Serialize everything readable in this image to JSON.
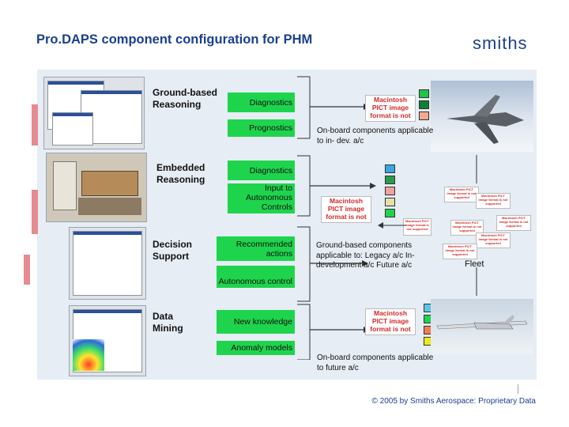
{
  "title": "Pro.DAPS component configuration for PHM",
  "logo_text": "smiths",
  "sections": {
    "ground": {
      "label": "Ground-based Reasoning",
      "boxes": [
        "Diagnostics",
        "Prognostics"
      ]
    },
    "embedded": {
      "label": "Embedded Reasoning",
      "boxes": [
        "Diagnostics",
        "Input to Autonomous Controls"
      ]
    },
    "decision": {
      "label": "Decision Support",
      "boxes": [
        "Recommended actions",
        "Autonomous control"
      ]
    },
    "mining": {
      "label": "Data Mining",
      "boxes": [
        "New knowledge",
        "Anomaly models"
      ]
    }
  },
  "notes": {
    "onboard_dev": "On-board components applicable to in- dev. a/c",
    "ground_based": "Ground-based components applicable to: Legacy a/c In-development a/c Future a/c",
    "onboard_future": "On-board components applicable to future a/c",
    "fleet": "Fleet"
  },
  "pict_text": "Macintosh PICT image format is not supported",
  "footer": "© 2005 by Smiths Aerospace: Proprietary Data",
  "colors": {
    "title": "#1b3f8f",
    "panel": "#e6edf4",
    "green_box": "#1fd44d",
    "pict_text": "#d22a2a",
    "square_colors": [
      "#22c44a",
      "#0f7f35",
      "#f4a890",
      "#3aa6e2",
      "#2a9b4d",
      "#f2a0a0",
      "#e5e0a6",
      "#1fd44d",
      "#5fc4e8",
      "#1fd44d",
      "#f07f4e",
      "#ecec1a"
    ]
  }
}
